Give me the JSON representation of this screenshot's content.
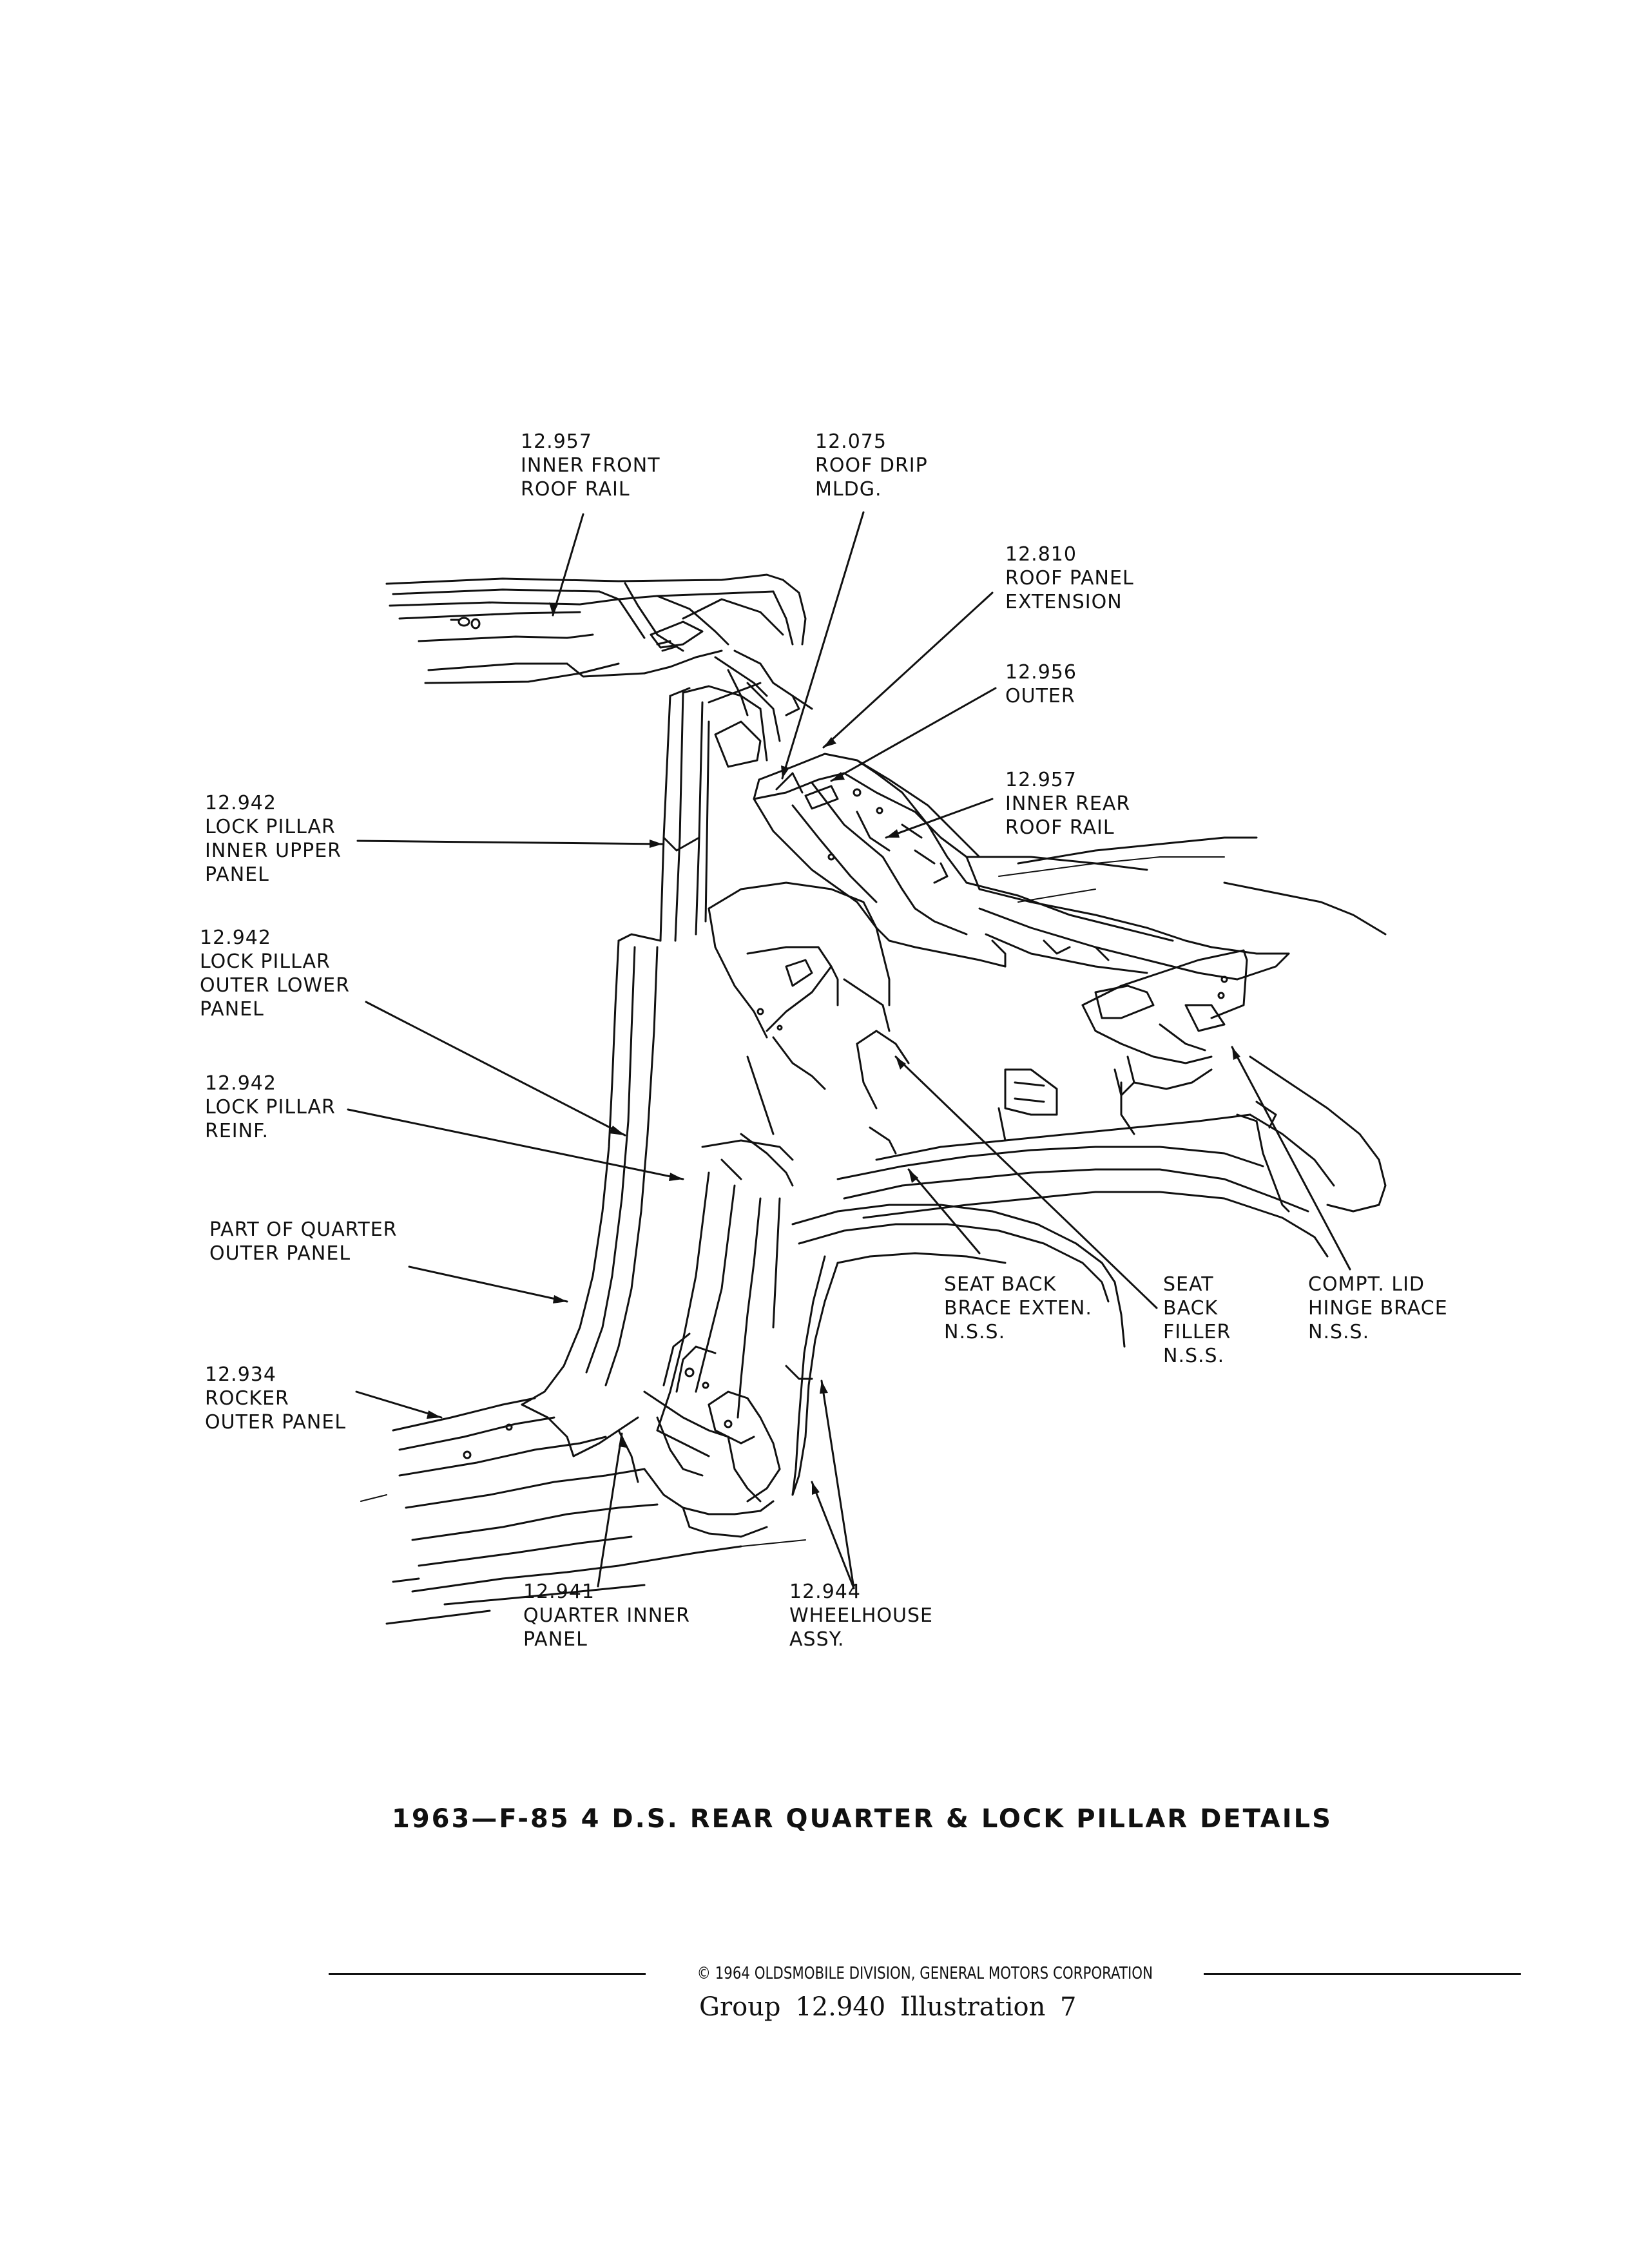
{
  "callouts": [
    {
      "id": "inner-front-roof-rail",
      "lines": [
        "12.957",
        "INNER FRONT",
        "ROOF RAIL"
      ]
    },
    {
      "id": "roof-drip-mldg",
      "lines": [
        "12.075",
        "ROOF DRIP",
        "MLDG."
      ]
    },
    {
      "id": "roof-panel-extension",
      "lines": [
        "12.810",
        "ROOF PANEL",
        "EXTENSION"
      ]
    },
    {
      "id": "outer",
      "lines": [
        "12.956",
        "OUTER"
      ]
    },
    {
      "id": "inner-rear-roof-rail",
      "lines": [
        "12.957",
        "INNER REAR",
        "ROOF RAIL"
      ]
    },
    {
      "id": "lock-pillar-inner-upper-panel",
      "lines": [
        "12.942",
        "LOCK PILLAR",
        "INNER UPPER",
        "PANEL"
      ]
    },
    {
      "id": "lock-pillar-outer-lower-panel",
      "lines": [
        "12.942",
        "LOCK PILLAR",
        "OUTER LOWER",
        "PANEL"
      ]
    },
    {
      "id": "lock-pillar-reinf",
      "lines": [
        "12.942",
        "LOCK PILLAR",
        "REINF."
      ]
    },
    {
      "id": "part-of-quarter-outer-panel",
      "lines": [
        "PART OF QUARTER",
        "OUTER PANEL"
      ]
    },
    {
      "id": "rocker-outer-panel",
      "lines": [
        "12.934",
        "ROCKER",
        "OUTER PANEL"
      ]
    },
    {
      "id": "seat-back-brace-exten",
      "lines": [
        "SEAT BACK",
        "BRACE EXTEN.",
        "N.S.S."
      ]
    },
    {
      "id": "seat-back-filler",
      "lines": [
        "SEAT",
        "BACK",
        "FILLER",
        "N.S.S."
      ]
    },
    {
      "id": "compt-lid-hinge-brace",
      "lines": [
        "COMPT. LID",
        "HINGE BRACE",
        "N.S.S."
      ]
    },
    {
      "id": "quarter-inner-panel",
      "lines": [
        "12.941",
        "QUARTER INNER",
        "PANEL"
      ]
    },
    {
      "id": "wheelhouse-assy",
      "lines": [
        "12.944",
        "WHEELHOUSE",
        "ASSY."
      ]
    }
  ],
  "caption": "1963—F-85 4 D.S. REAR QUARTER & LOCK PILLAR DETAILS",
  "copyright": "© 1964 OLDSMOBILE DIVISION, GENERAL MOTORS CORPORATION",
  "group_line": "Group 12.940   Illustration 7",
  "colors": {
    "ink": "#111111",
    "paper": "#ffffff"
  }
}
